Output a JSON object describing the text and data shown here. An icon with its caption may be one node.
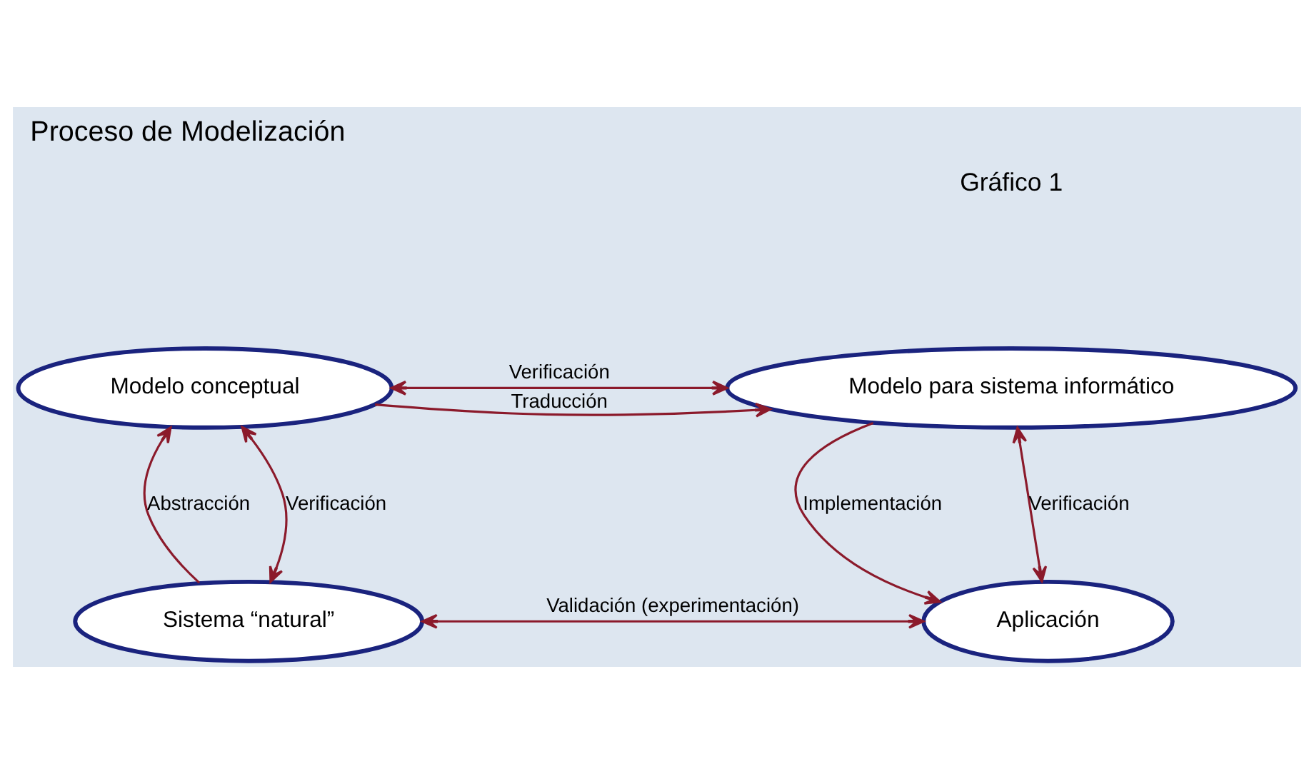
{
  "diagram": {
    "title": "Proceso de Modelización",
    "nodes": [
      {
        "text": [
          "Modelo conceptual"
        ]
      },
      {
        "text": [
          "Modelo para sistema informático"
        ]
      },
      {
        "text": [
          "Sistema “natural”"
        ]
      },
      {
        "text": [
          "Aplicación"
        ]
      }
    ],
    "edges": [
      {
        "from": 0,
        "to": 1,
        "arrow": "to",
        "label": "Traducción"
      },
      {
        "from": 0,
        "to": 1,
        "arrow": "both",
        "label": "Verificación"
      },
      {
        "from": 2,
        "to": 0,
        "arrow": "to",
        "label": "Abstracción"
      },
      {
        "from": 2,
        "to": 0,
        "arrow": "both",
        "label": "Verificación"
      },
      {
        "from": 1,
        "to": 3,
        "arrow": "to",
        "label": "Implementación"
      },
      {
        "from": 1,
        "to": 3,
        "arrow": "both",
        "label": "Verificación"
      },
      {
        "from": 2,
        "to": 3,
        "arrow": "both",
        "label": "Validación (experimentación)"
      }
    ],
    "labels": [
      "Gráfico 1"
    ]
  }
}
